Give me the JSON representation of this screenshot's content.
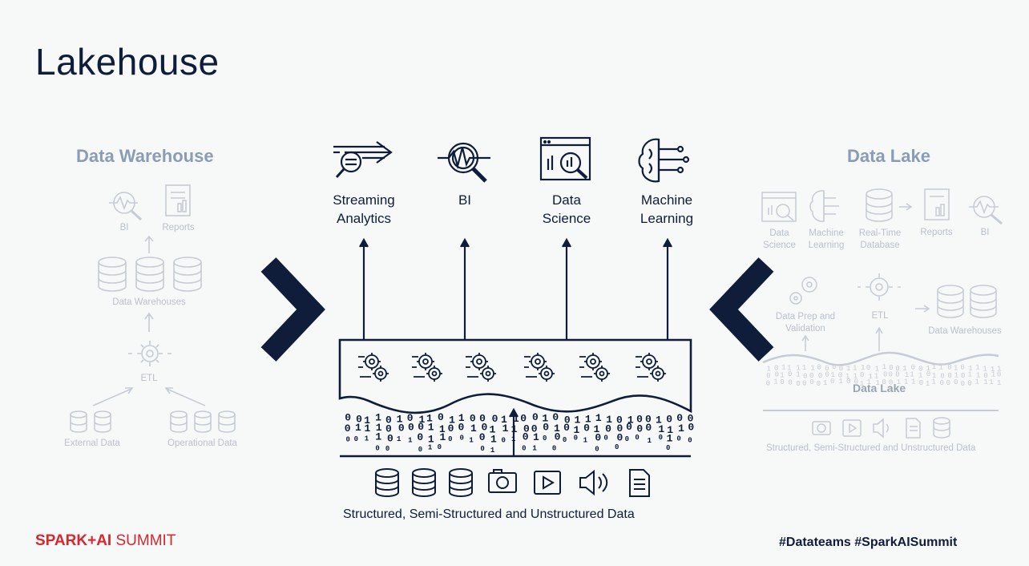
{
  "title": "Lakehouse",
  "warehouse": {
    "title": "Data Warehouse",
    "bi": "BI",
    "reports": "Reports",
    "data_warehouses": "Data Warehouses",
    "etl": "ETL",
    "external_data": "External Data",
    "operational_data": "Operational Data"
  },
  "lakehouse": {
    "consumers": [
      {
        "line1": "Streaming",
        "line2": "Analytics"
      },
      {
        "line1": "BI",
        "line2": ""
      },
      {
        "line1": "Data",
        "line2": "Science"
      },
      {
        "line1": "Machine",
        "line2": "Learning"
      }
    ],
    "caption": "Structured, Semi-Structured and Unstructured Data"
  },
  "lake": {
    "title": "Data Lake",
    "data_science_1": "Data",
    "data_science_2": "Science",
    "ml_1": "Machine",
    "ml_2": "Learning",
    "rtdb_1": "Real-Time",
    "rtdb_2": "Database",
    "reports": "Reports",
    "bi": "BI",
    "prep_1": "Data Prep and",
    "prep_2": "Validation",
    "etl": "ETL",
    "data_warehouses": "Data Warehouses",
    "data_lake": "Data Lake",
    "caption": "Structured, Semi-Structured and Unstructured Data"
  },
  "footer": {
    "brand_bold": "SPARK+AI",
    "brand_light": " SUMMIT",
    "hashtags": "#Datateams  #SparkAISummit"
  }
}
